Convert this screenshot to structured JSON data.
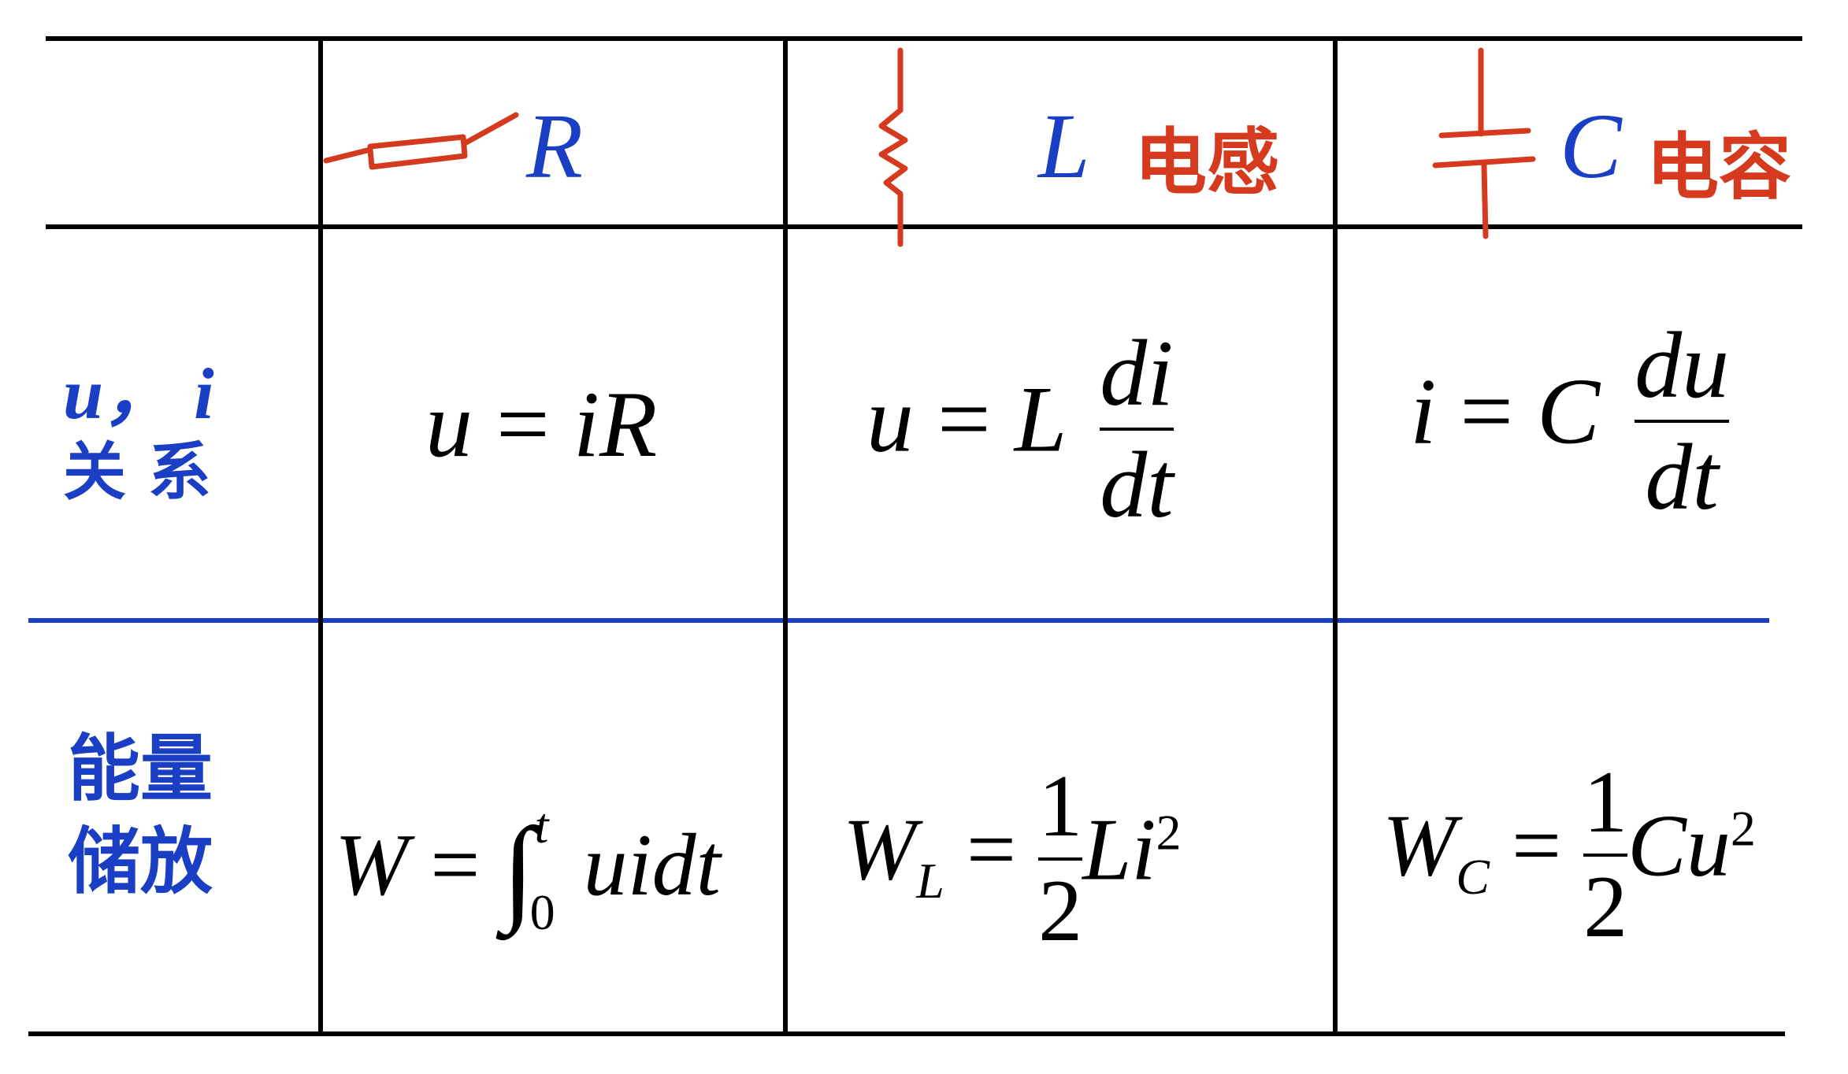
{
  "header": {
    "col_r": {
      "symbol": "R"
    },
    "col_l": {
      "symbol": "L",
      "note": "电感"
    },
    "col_c": {
      "symbol": "C",
      "note": "电容"
    }
  },
  "rows": [
    {
      "label_line1": "u， i",
      "label_line2": "关 系",
      "r": {
        "lhs": "u",
        "eq": "=",
        "rhs": "iR"
      },
      "l": {
        "lhs": "u",
        "eq": "=",
        "coef": "L",
        "num": "di",
        "den": "dt"
      },
      "c": {
        "lhs": "i",
        "eq": "=",
        "coef": "C",
        "num": "du",
        "den": "dt"
      }
    },
    {
      "label_line1": "能量",
      "label_line2": "储放",
      "r": {
        "lhs": "W",
        "eq": "=",
        "int_upper": "t",
        "int_lower": "0",
        "integrand": "uidt"
      },
      "l": {
        "lhs": "W",
        "sub": "L",
        "eq": "=",
        "num": "1",
        "den": "2",
        "rest": "Li",
        "sup": "2"
      },
      "c": {
        "lhs": "W",
        "sub": "C",
        "eq": "=",
        "num": "1",
        "den": "2",
        "rest": "Cu",
        "sup": "2"
      }
    }
  ],
  "colors": {
    "ink": "#000000",
    "label_blue": "#1a3fc4",
    "annotation_red": "#d63a1e"
  }
}
